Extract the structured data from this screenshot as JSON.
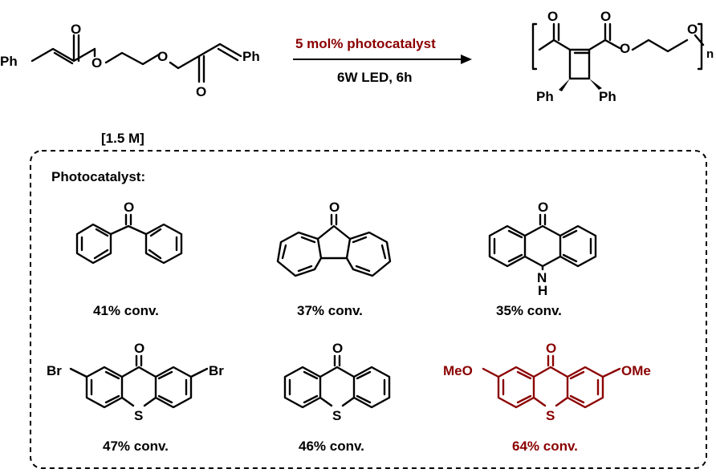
{
  "scheme": {
    "reagent_label": "5 mol% photocatalyst",
    "conditions_label": "6W LED, 6h",
    "concentration_label": "[1.5 M]",
    "polymer_subscript": "n",
    "atoms": {
      "ph": "Ph",
      "o": "O",
      "s": "S",
      "h": "H",
      "br": "Br",
      "ome": "OMe",
      "meo": "MeO"
    }
  },
  "panel": {
    "title": "Photocatalyst:",
    "catalysts": [
      {
        "conversion": "41% conv."
      },
      {
        "conversion": "37% conv."
      },
      {
        "conversion": "35% conv."
      },
      {
        "conversion": "47% conv."
      },
      {
        "conversion": "46% conv."
      },
      {
        "conversion": "64% conv."
      }
    ]
  },
  "colors": {
    "highlight": "#8b0000",
    "default": "#000000"
  }
}
